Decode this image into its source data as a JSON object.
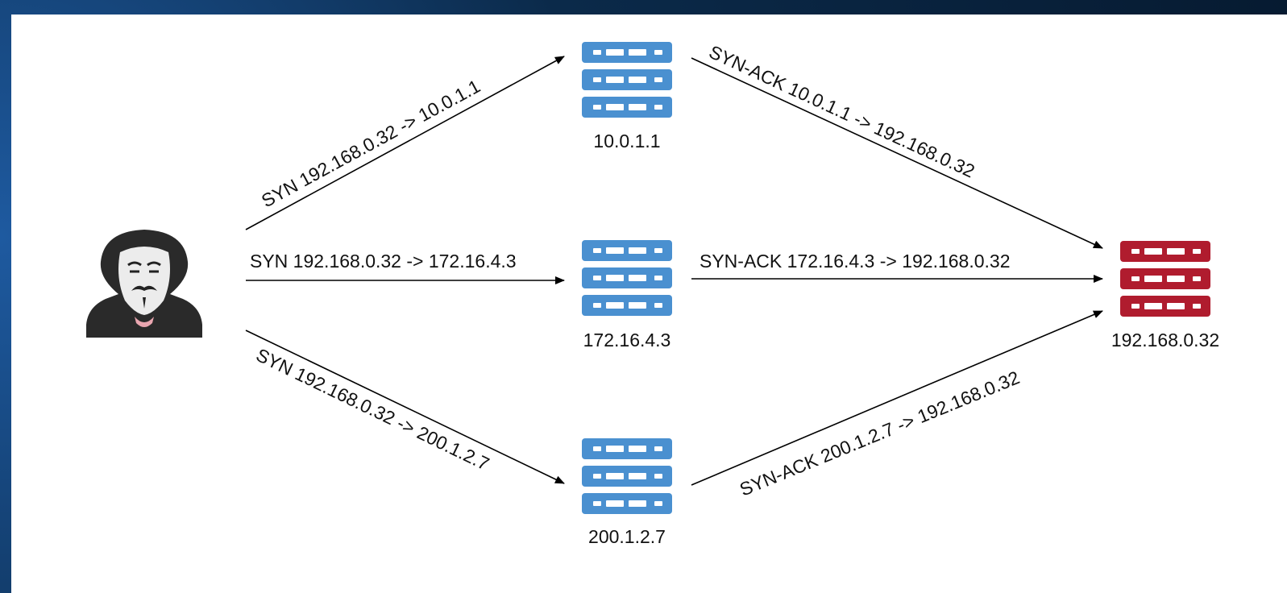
{
  "colors": {
    "server_blue": "#4a90d0",
    "server_red": "#b01c2e",
    "edge": "#000000",
    "frame": "#0b2a4a"
  },
  "attacker": {
    "icon": "hacker-icon"
  },
  "nodes": [
    {
      "id": "s1",
      "label": "10.0.1.1",
      "icon": "server-icon",
      "color": "blue"
    },
    {
      "id": "s2",
      "label": "172.16.4.3",
      "icon": "server-icon",
      "color": "blue"
    },
    {
      "id": "s3",
      "label": "200.1.2.7",
      "icon": "server-icon",
      "color": "blue"
    },
    {
      "id": "victim",
      "label": "192.168.0.32",
      "icon": "server-icon",
      "color": "red"
    }
  ],
  "edges": [
    {
      "from": "attacker",
      "to": "s1",
      "label": "SYN 192.168.0.32 -> 10.0.1.1"
    },
    {
      "from": "attacker",
      "to": "s2",
      "label": "SYN 192.168.0.32 -> 172.16.4.3"
    },
    {
      "from": "attacker",
      "to": "s3",
      "label": "SYN 192.168.0.32 -> 200.1.2.7"
    },
    {
      "from": "s1",
      "to": "victim",
      "label": "SYN-ACK 10.0.1.1 -> 192.168.0.32"
    },
    {
      "from": "s2",
      "to": "victim",
      "label": "SYN-ACK 172.16.4.3 -> 192.168.0.32"
    },
    {
      "from": "s3",
      "to": "victim",
      "label": "SYN-ACK 200.1.2.7 -> 192.168.0.32"
    }
  ]
}
